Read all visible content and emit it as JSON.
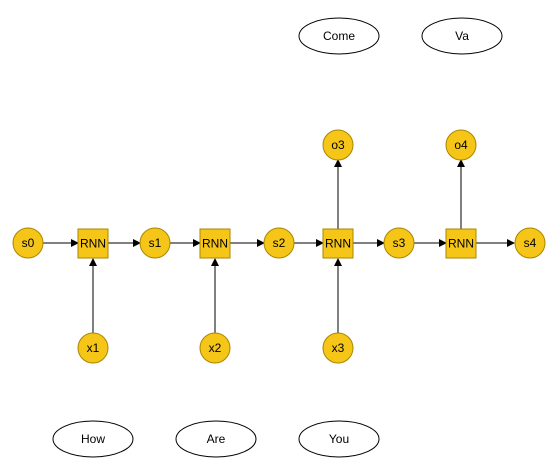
{
  "diagram": {
    "colors": {
      "node_fill": "#F5C518",
      "node_stroke": "#A98600",
      "word_fill": "#FFFFFF",
      "word_stroke": "#000000",
      "edge": "#000000"
    },
    "states": [
      "s0",
      "s1",
      "s2",
      "s3",
      "s4"
    ],
    "cells": [
      "RNN",
      "RNN",
      "RNN",
      "RNN"
    ],
    "inputs": [
      "x1",
      "x2",
      "x3"
    ],
    "outputs": [
      "o3",
      "o4"
    ],
    "input_words": [
      "How",
      "Are",
      "You"
    ],
    "output_words": [
      "Come",
      "Va"
    ]
  }
}
